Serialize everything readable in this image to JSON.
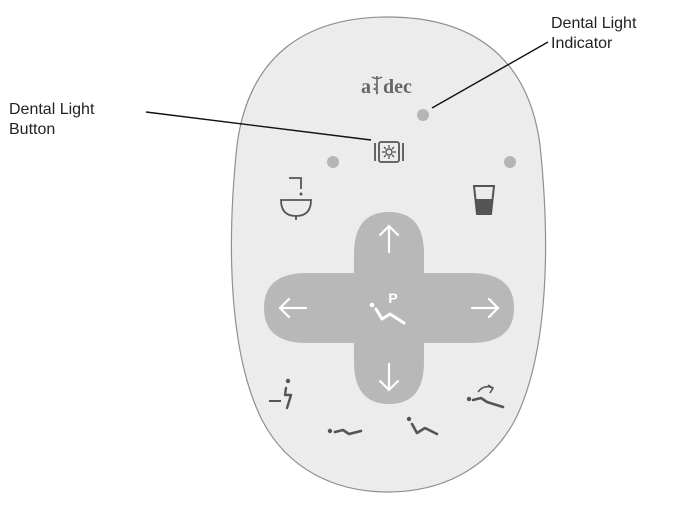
{
  "callouts": {
    "dental_light_button": {
      "line1": "Dental Light",
      "line2": "Button"
    },
    "dental_light_indicator": {
      "line1": "Dental Light",
      "line2": "Indicator"
    }
  },
  "panel": {
    "brand": "a dec",
    "chair_p_label": "P"
  },
  "colors": {
    "panel_fill": "#ececec",
    "panel_stroke": "#8f8f8f",
    "control_fill": "#b8b8b8",
    "icon_dark": "#555555",
    "led": "#b5b5b5",
    "leader_line": "#111111"
  },
  "icons": [
    "dental-light-icon",
    "cuspidor-icon",
    "cup-fill-icon",
    "arrow-up-icon",
    "arrow-down-icon",
    "arrow-left-icon",
    "arrow-right-icon",
    "chair-program-icon",
    "entry-exit-icon",
    "x-ray-position-icon",
    "reclined-position-icon",
    "last-position-icon"
  ]
}
